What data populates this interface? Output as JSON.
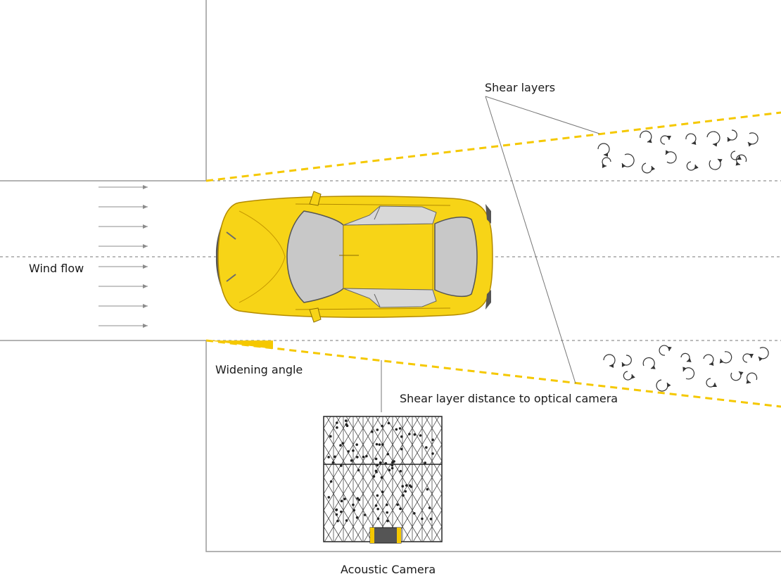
{
  "labels": {
    "shear_layers": "Shear layers",
    "wind_flow": "Wind flow",
    "widening_angle": "Widening angle",
    "shear_layer_distance": "Shear layer distance to optical camera",
    "acoustic_camera": "Acoustic Camera"
  },
  "colors": {
    "shear_layer_yellow": "#f5c800",
    "car_yellow": "#f7d417",
    "car_dark_yellow": "#d9a800",
    "glass_gray": "#c8c8c8",
    "line_gray": "#8c8c8c",
    "dash_gray": "#777777",
    "text": "#1a1a1a"
  },
  "icons": [
    "wind-arrow-icon",
    "car-icon",
    "vortex-icon",
    "acoustic-camera-icon"
  ]
}
